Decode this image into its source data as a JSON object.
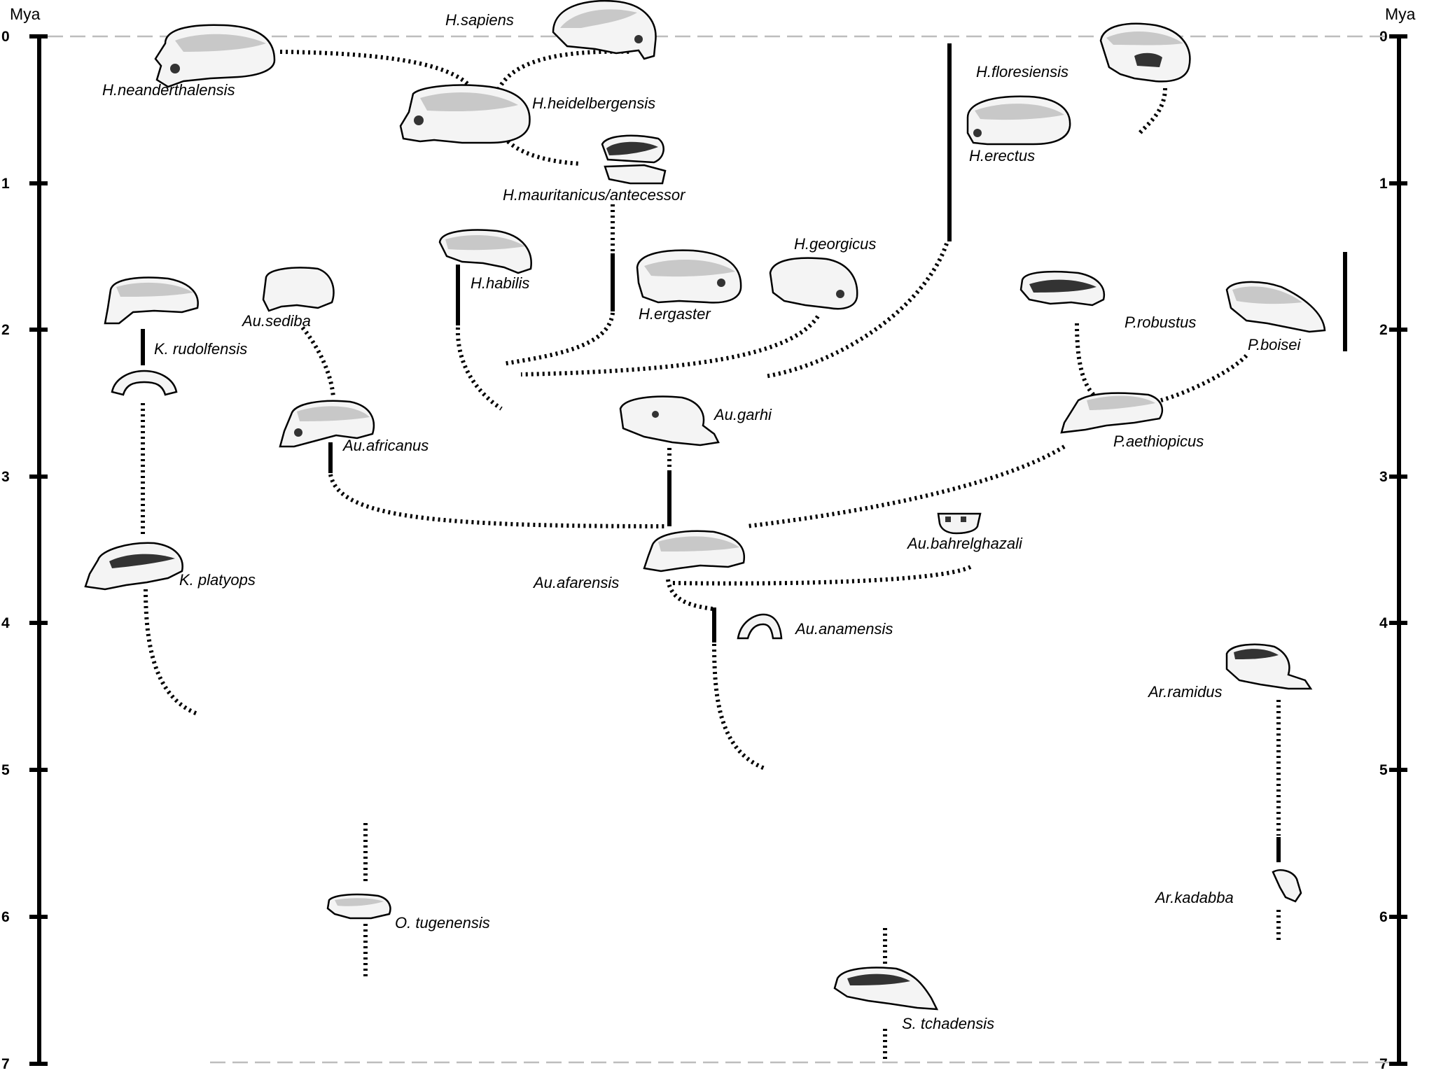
{
  "axis": {
    "unit_left": "Mya",
    "unit_right": "Mya",
    "ticks": [
      "0",
      "1",
      "2",
      "3",
      "4",
      "5",
      "6",
      "7"
    ]
  },
  "taxa": {
    "h_sapiens": "H.sapiens",
    "h_neanderthalensis": "H.neanderthalensis",
    "h_heidelbergensis": "H.heidelbergensis",
    "h_mauritanicus": "H.mauritanicus/antecessor",
    "h_floresiensis": "H.floresiensis",
    "h_erectus": "H.erectus",
    "h_habilis": "H.habilis",
    "h_ergaster": "H.ergaster",
    "h_georgicus": "H.georgicus",
    "k_rudolfensis": "K. rudolfensis",
    "au_sediba": "Au.sediba",
    "au_africanus": "Au.africanus",
    "au_garhi": "Au.garhi",
    "p_robustus": "P.robustus",
    "p_boisei": "P.boisei",
    "p_aethiopicus": "P.aethiopicus",
    "au_bahrelghazali": "Au.bahrelghazali",
    "k_platyops": "K. platyops",
    "au_afarensis": "Au.afarensis",
    "au_anamensis": "Au.anamensis",
    "ar_ramidus": "Ar.ramidus",
    "ar_kadabba": "Ar.kadabba",
    "o_tugenensis": "O. tugenensis",
    "s_tchadensis": "S. tchadensis"
  },
  "colors": {
    "line": "#000000",
    "guide": "#bdbdbd",
    "skull_fill": "#f4f4f4",
    "skull_shade": "#c8c8c8"
  }
}
